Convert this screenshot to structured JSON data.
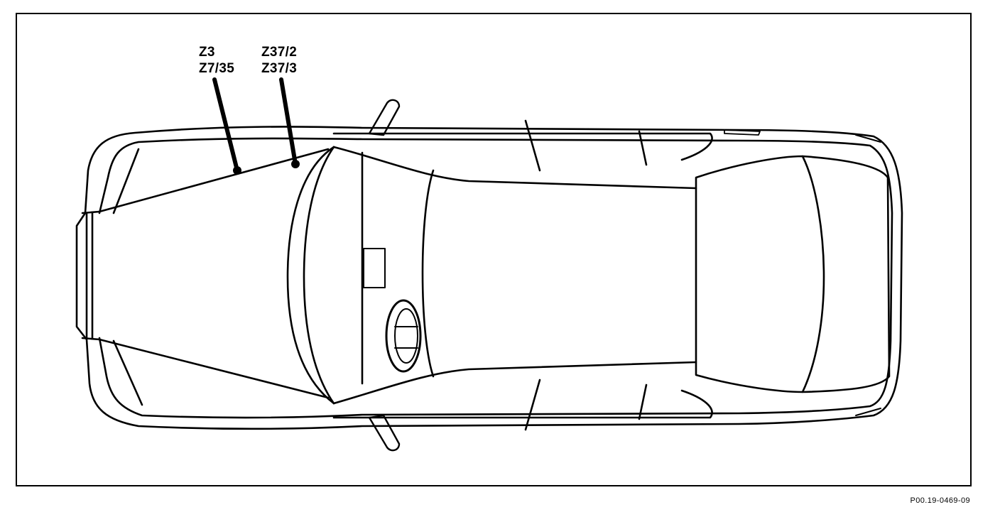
{
  "diagram": {
    "subject": "vehicle top view",
    "callouts": [
      {
        "lines": [
          "Z3",
          "Z7/35"
        ]
      },
      {
        "lines": [
          "Z37/2",
          "Z37/3"
        ]
      }
    ],
    "reference_code": "P00.19-0469-09"
  }
}
